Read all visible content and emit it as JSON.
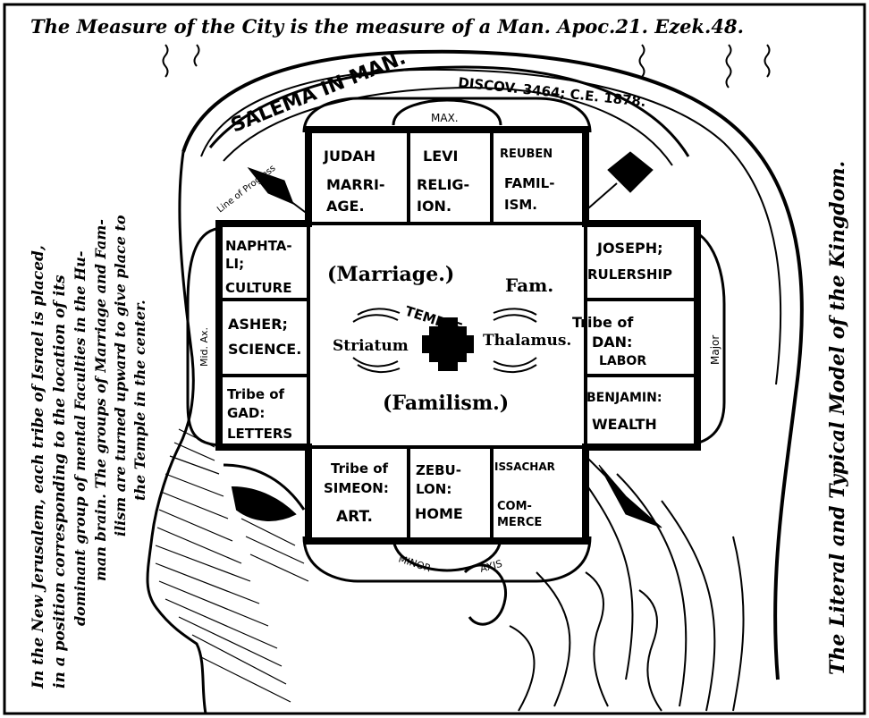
{
  "header": {
    "motto": "The Measure of the City is the measure of a Man. Apoc.21. Ezek.48."
  },
  "arch": {
    "title": "SALEMA IN MAN.",
    "citation": "DISCOV. 3464; C.E. 1878.",
    "line_of_progress": "Line of Progress"
  },
  "left_caption": {
    "line1": "In the New Jerusalem, each tribe of Israel is placed,",
    "line2": "in a position corresponding to the location of its",
    "line3": "dominant group of mental Faculties in the Hu-",
    "line4": "man brain.  The groups of Marriage and Fam-",
    "line5": "ilism are turned upward to give place to",
    "line6": "the Temple in the center."
  },
  "right_caption": {
    "text": "The Literal and Typical Model of the Kingdom."
  },
  "axis_labels": {
    "max": "MAX.",
    "mid": "Mid. Ax.",
    "major": "Major",
    "minor": "MINOR",
    "axis": "AXIS"
  },
  "tribes": {
    "judah": {
      "line1": "JUDAH",
      "line2": "MARRI-",
      "line3": "AGE."
    },
    "levi": {
      "line1": "LEVI",
      "line2": "RELIG-",
      "line3": "ION."
    },
    "reuben": {
      "line1": "REUBEN",
      "line2": "FAMIL-",
      "line3": "ISM."
    },
    "naphtali": {
      "line1": "NAPHTA-",
      "line2": "LI;",
      "line3": "CULTURE"
    },
    "joseph": {
      "line1": "JOSEPH;",
      "line2": "RULERSHIP"
    },
    "asher": {
      "line1": "ASHER;",
      "line2": "SCIENCE."
    },
    "dan": {
      "line1": "Tribe of",
      "line2": "DAN:",
      "line3": "LABOR"
    },
    "gad": {
      "line1": "Tribe of",
      "line2": "GAD:",
      "line3": "LETTERS"
    },
    "benjamin": {
      "line1": "BENJAMIN:",
      "line2": "WEALTH"
    },
    "simeon": {
      "line1": "Tribe of",
      "line2": "SIMEON:",
      "line3": "ART."
    },
    "zebulon": {
      "line1": "ZEBU-",
      "line2": "LON:",
      "line3": "HOME"
    },
    "issachar": {
      "line1": "ISSACHAR",
      "line2": "COM-",
      "line3": "MERCE"
    }
  },
  "center": {
    "marriage": "(Marriage.)",
    "fam": "Fam.",
    "temple": "TEMPLE.",
    "striatum": "Striatum",
    "thalamus": "Thalamus.",
    "familism": "(Familism.)"
  }
}
